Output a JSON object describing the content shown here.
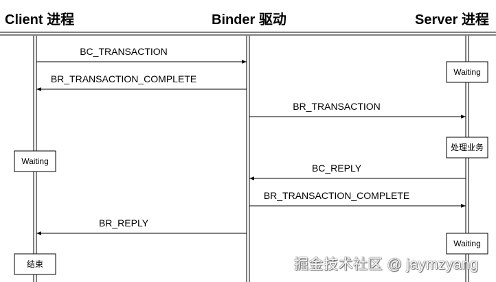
{
  "participants": {
    "client": "Client 进程",
    "binder": "Binder 驱动",
    "server": "Server 进程"
  },
  "messages": [
    {
      "label": "BC_TRANSACTION"
    },
    {
      "label": "BR_TRANSACTION_COMPLETE"
    },
    {
      "label": "BR_TRANSACTION"
    },
    {
      "label": "BC_REPLY"
    },
    {
      "label": "BR_TRANSACTION_COMPLETE"
    },
    {
      "label": "BR_REPLY"
    }
  ],
  "notes": [
    {
      "label": "Waiting"
    },
    {
      "label": "处理业务"
    },
    {
      "label": "Waiting"
    },
    {
      "label": "Waiting"
    },
    {
      "label": "结束"
    }
  ],
  "watermark": "掘金技术社区 @ jaymzyang"
}
